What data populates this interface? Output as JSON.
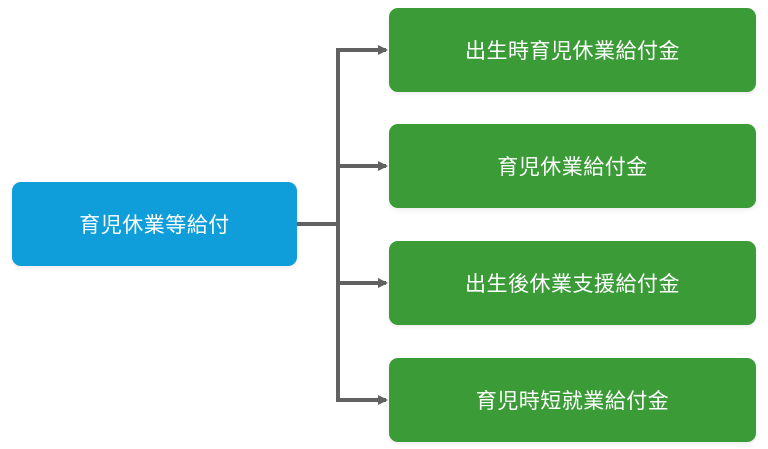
{
  "diagram": {
    "root": {
      "label": "育児休業等給付",
      "color": "#0f9ed9"
    },
    "children": [
      {
        "label": "出生時育児休業給付金"
      },
      {
        "label": "育児休業給付金"
      },
      {
        "label": "出生後休業支援給付金"
      },
      {
        "label": "育児時短就業給付金"
      }
    ],
    "child_color": "#3a9b37",
    "connector_color": "#616161"
  }
}
